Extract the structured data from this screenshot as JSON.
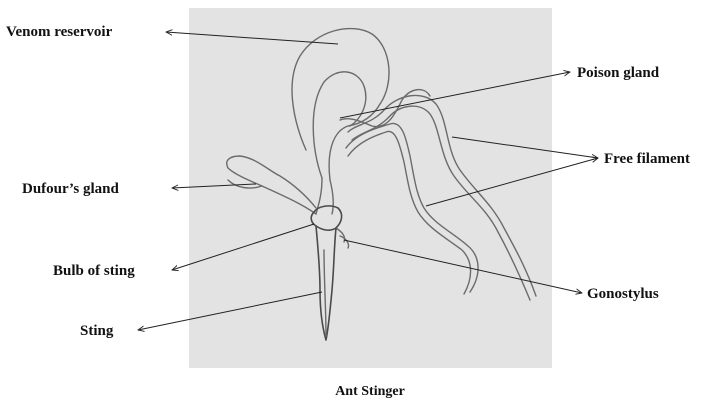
{
  "labels": {
    "venom_reservoir": "Venom reservoir",
    "poison_gland": "Poison gland",
    "free_filament": "Free filament",
    "dufours_gland": "Dufour’s gland",
    "bulb_of_sting": "Bulb of sting",
    "gonostylus": "Gonostylus",
    "sting": "Sting"
  },
  "caption": "Ant Stinger",
  "colors": {
    "paper": "#e3e3e3",
    "pencil": "#6b6b6b",
    "text": "#111111"
  }
}
